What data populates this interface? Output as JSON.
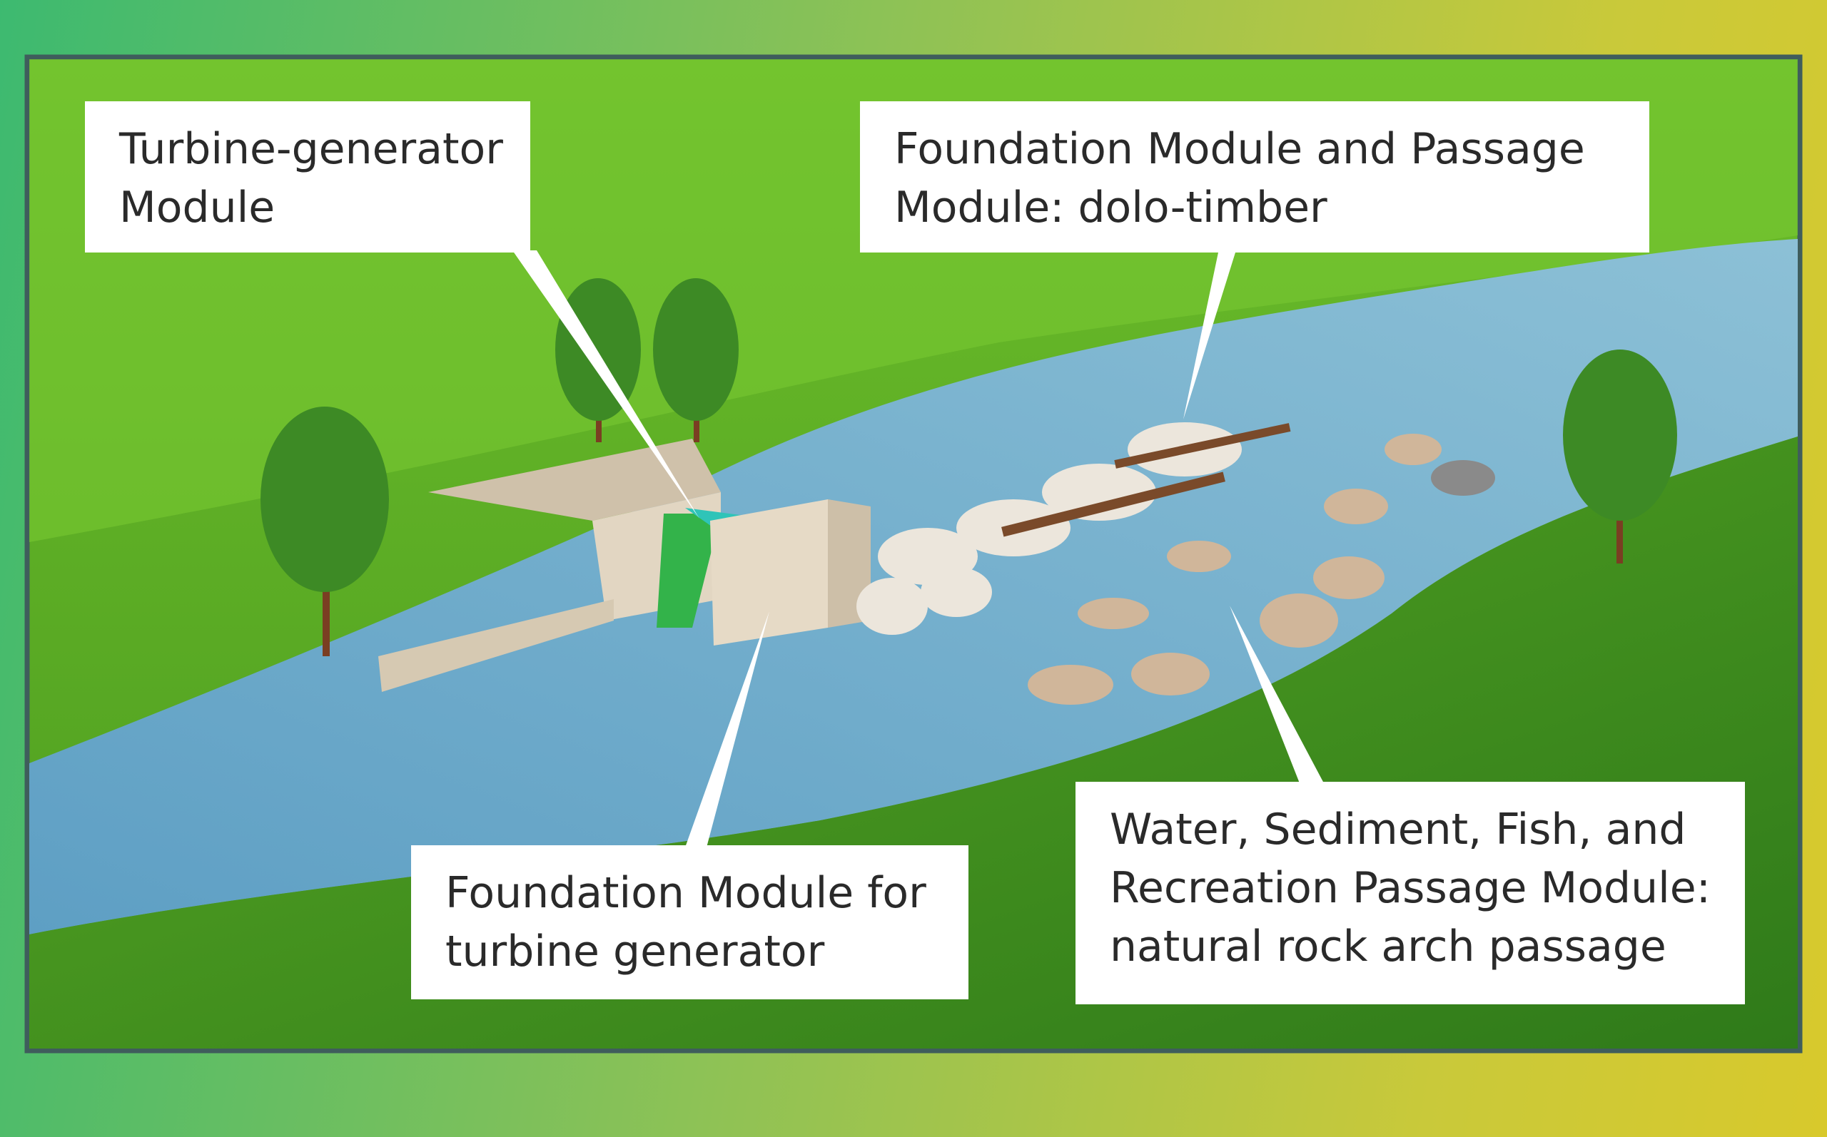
{
  "labels": {
    "turbine_generator": {
      "line1": "Turbine-generator",
      "line2": "Module"
    },
    "foundation_passage": {
      "line1": "Foundation Module and Passage",
      "line2": "Module: dolo-timber"
    },
    "foundation_turbine": {
      "line1": "Foundation Module for",
      "line2": "turbine generator"
    },
    "water_passage": {
      "line1": "Water, Sediment, Fish, and",
      "line2": "Recreation Passage Module:",
      "line3": "natural rock arch passage"
    }
  },
  "colors": {
    "frame": "#3f5d5c",
    "grass": "#5fb12a",
    "water": "#7fb4cf",
    "concrete": "#d9cbb5",
    "turbine": "#2fc48a"
  }
}
